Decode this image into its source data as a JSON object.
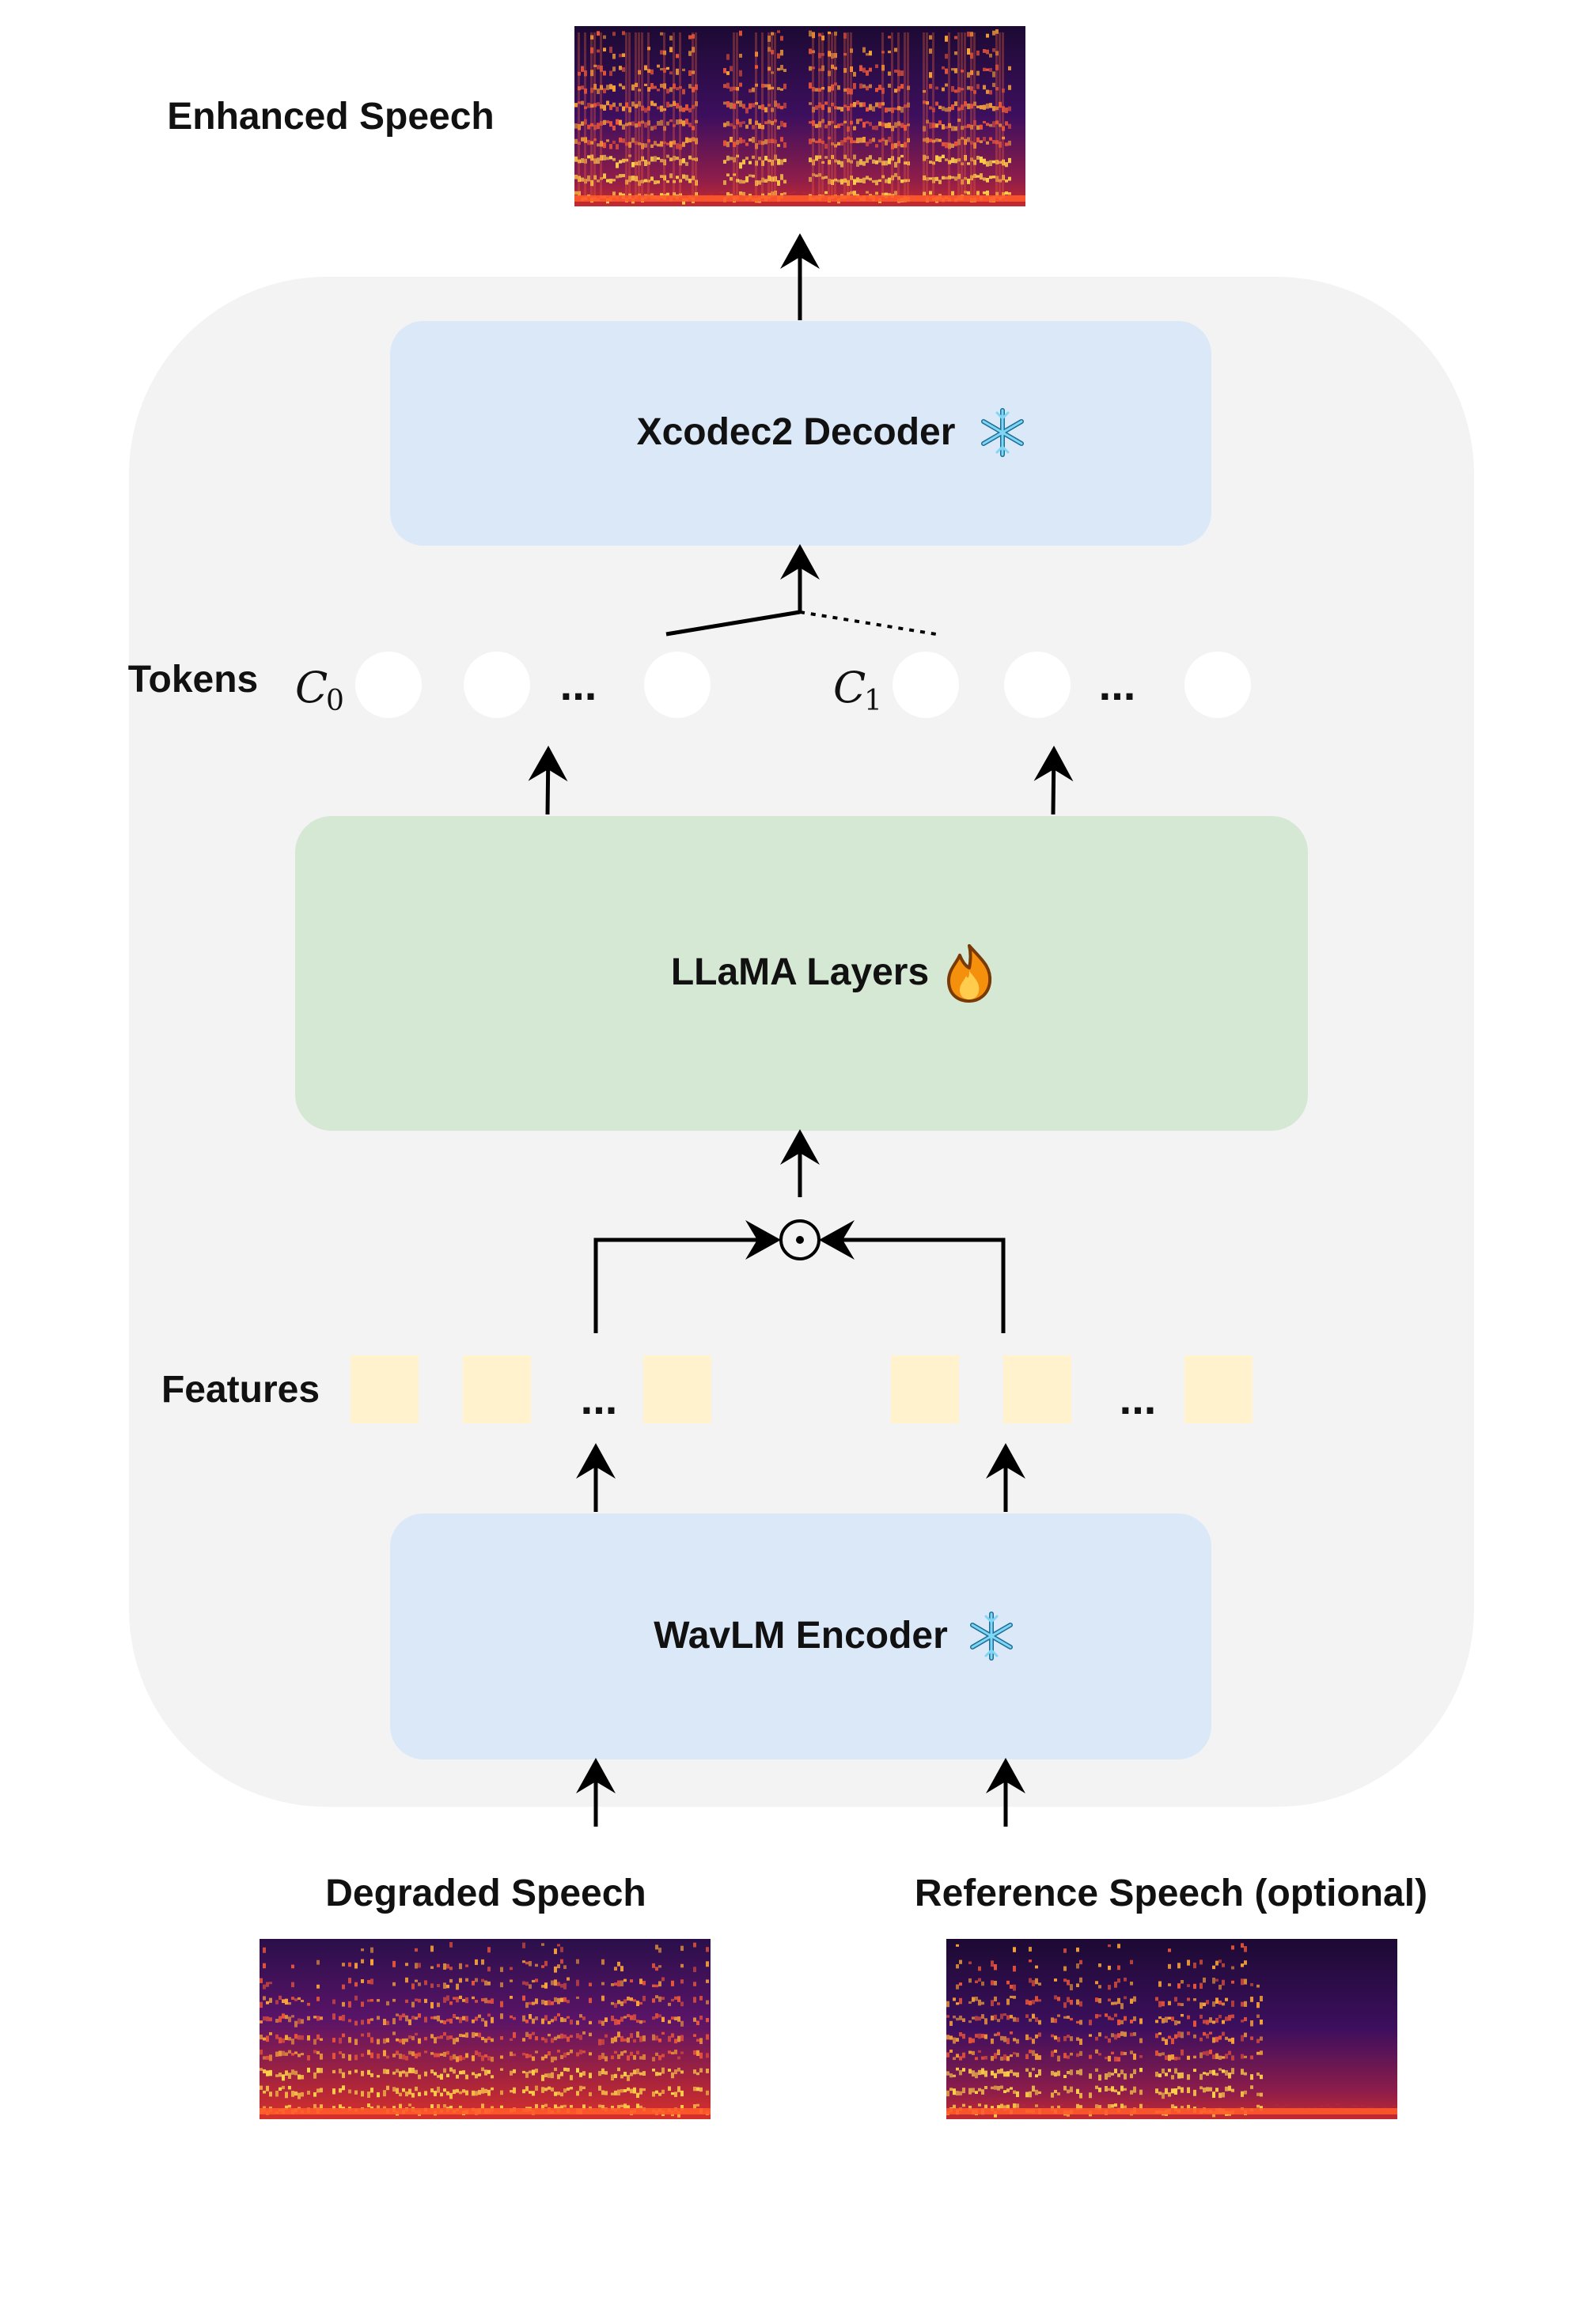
{
  "colors": {
    "panel_bg": "#f3f3f3",
    "codec_block": "#dae8f8",
    "llama_block": "#d5e8d4",
    "feature_square": "#fff2cc",
    "token_circle": "#ffffff",
    "arrow": "#000000",
    "text": "#111111"
  },
  "labels": {
    "enhanced_speech": "Enhanced Speech",
    "degraded_speech": "Degraded Speech",
    "reference_speech": "Reference Speech (optional)",
    "tokens": "Tokens",
    "features": "Features",
    "ellipsis": "..."
  },
  "blocks": {
    "decoder": {
      "label": "Xcodec2 Decoder",
      "icon": "snowflake-icon"
    },
    "llama": {
      "label": "LLaMA Layers",
      "icon": "fire-icon"
    },
    "encoder": {
      "label": "WavLM Encoder",
      "icon": "snowflake-icon"
    }
  },
  "tokens": {
    "group0": {
      "symbol": "C",
      "subscript": "0"
    },
    "group1": {
      "symbol": "C",
      "subscript": "1"
    }
  },
  "operators": {
    "fusion": "⊙"
  },
  "images": {
    "enhanced": "spectrogram-enhanced",
    "degraded": "spectrogram-degraded",
    "reference": "spectrogram-reference"
  }
}
